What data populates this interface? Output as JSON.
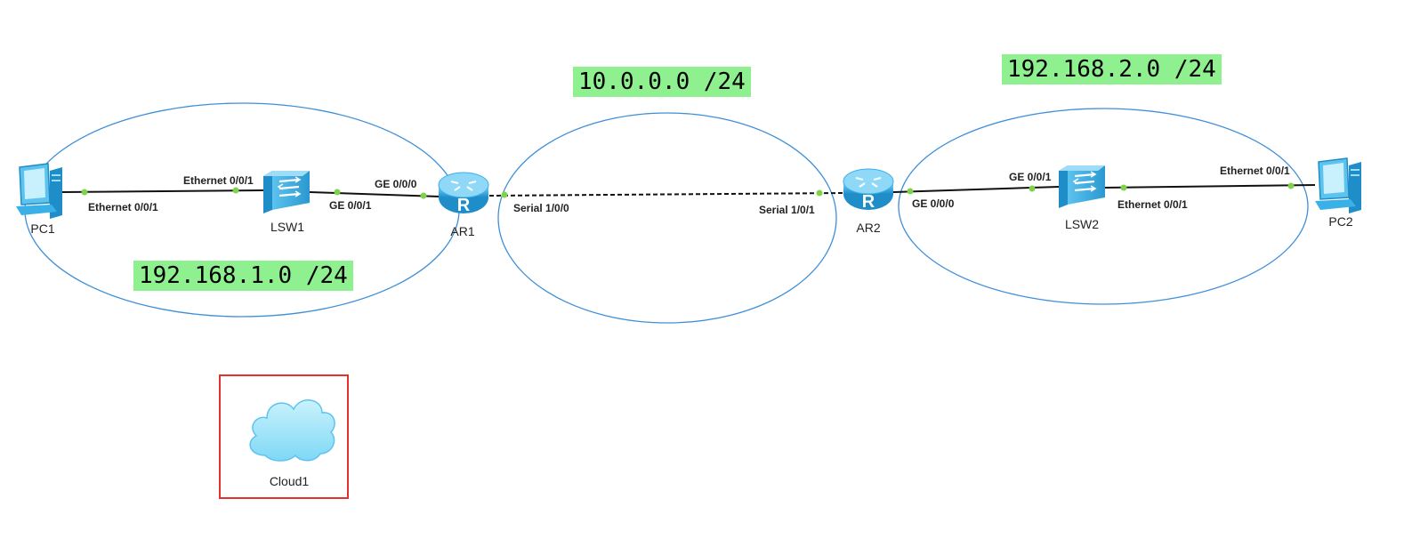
{
  "networks": {
    "lan1": "192.168.1.0 /24",
    "wan": "10.0.0.0 /24",
    "lan2": "192.168.2.0 /24"
  },
  "devices": {
    "pc1": "PC1",
    "lsw1": "LSW1",
    "ar1": "AR1",
    "ar2": "AR2",
    "lsw2": "LSW2",
    "pc2": "PC2",
    "cloud1": "Cloud1"
  },
  "ports": {
    "pc1_eth": "Ethernet 0/0/1",
    "lsw1_eth": "Ethernet 0/0/1",
    "lsw1_ge": "GE 0/0/1",
    "ar1_ge": "GE 0/0/0",
    "ar1_serial": "Serial 1/0/0",
    "ar2_serial": "Serial 1/0/1",
    "ar2_ge": "GE 0/0/0",
    "lsw2_ge": "GE 0/0/1",
    "lsw2_eth": "Ethernet 0/0/1",
    "pc2_eth": "Ethernet 0/0/1"
  },
  "colors": {
    "ellipse": "#3f8fd8",
    "link": "#111111",
    "port_dot": "#7ed34a",
    "net_label_bg": "#8ff08f",
    "selection_border": "#e53030",
    "device_blue": "#3ab0e8"
  },
  "icons": {
    "pc": "pc-icon",
    "switch": "switch-icon",
    "router": "router-icon",
    "cloud": "cloud-icon"
  }
}
